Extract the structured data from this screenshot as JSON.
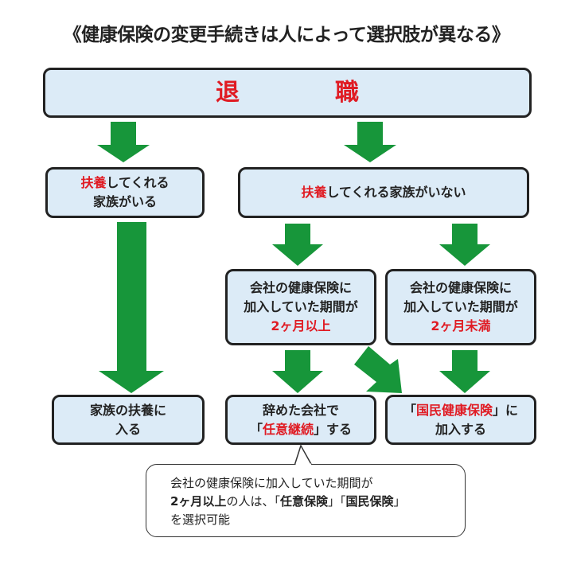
{
  "title": "《健康保険の変更手続きは人によって選択肢が異なる》",
  "colors": {
    "arrow": "#17963a",
    "box_fill": "#dcebf7",
    "highlight": "#e01b23"
  },
  "top": {
    "char1": "退",
    "char2": "職"
  },
  "branch_left": {
    "highlight": "扶養",
    "line1_rest": "してくれる",
    "line2": "家族がいる"
  },
  "branch_right": {
    "highlight": "扶養",
    "rest": "してくれる家族がいない"
  },
  "mid_left": {
    "line1": "会社の健康保険に",
    "line2": "加入していた期間が",
    "line3": "2ヶ月以上"
  },
  "mid_right": {
    "line1": "会社の健康保険に",
    "line2": "加入していた期間が",
    "line3": "2ヶ月未満"
  },
  "result_left": {
    "line1": "家族の扶養に",
    "line2": "入る"
  },
  "result_mid": {
    "line1": "辞めた会社で",
    "open": "「",
    "highlight": "任意継続",
    "close": "」する"
  },
  "result_right": {
    "open": "「",
    "highlight": "国民健康保険",
    "close": "」に",
    "line2": "加入する"
  },
  "note": {
    "line1": "会社の健康保険に加入していた期間が",
    "line2_bold": "2ヶ月以上",
    "line2_mid": "の人は、「",
    "line2_bold2": "任意保険",
    "line2_mid2": "」「",
    "line2_bold3": "国民保険",
    "line2_end": "」",
    "line3": "を選択可能"
  }
}
